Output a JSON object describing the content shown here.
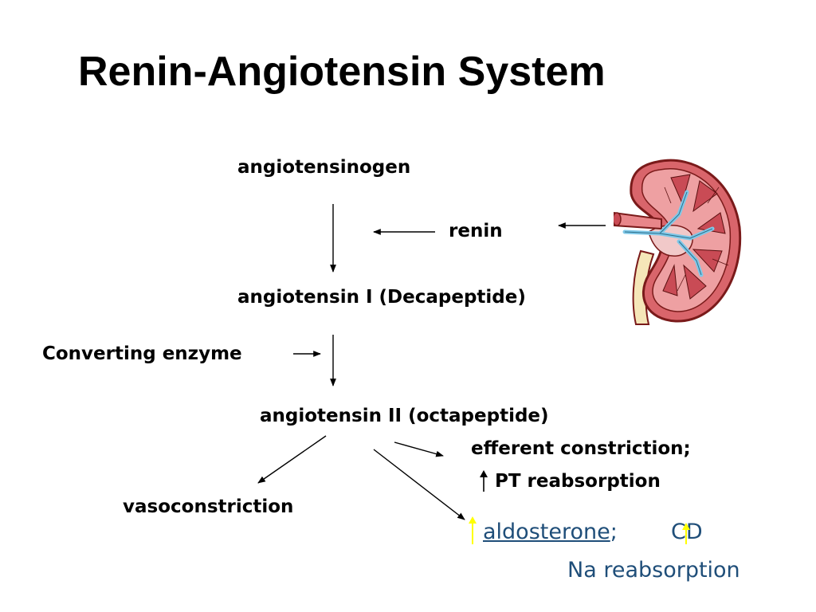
{
  "slide": {
    "title": "Renin-Angiotensin System"
  },
  "diagram": {
    "angiotensinogen": "angiotensinogen",
    "renin": "renin",
    "angiotensin_1": "angiotensin I (Decapeptide)",
    "converting_enzyme": "Converting enzyme",
    "angiotensin_2": "angiotensin II (octapeptide)",
    "efferent": "efferent constriction;",
    "pt_reabsorption": "PT reabsorption",
    "vasoconstriction": "vasoconstriction",
    "aldosterone": "aldosterone",
    "semicolon": ";",
    "cd": "CD",
    "na_reabsorption": "Na reabsorption"
  },
  "colors": {
    "blue_text": "#1f4e79",
    "up_arrow_highlight": "#ffff00",
    "kidney_body": "#e8868a",
    "kidney_outline": "#7a1a1a",
    "ureter": "#f5e6b8",
    "vein": "#7fc8e8"
  },
  "icons": {
    "kidney": "kidney-illustration",
    "up_arrow": "up-arrow-icon"
  }
}
